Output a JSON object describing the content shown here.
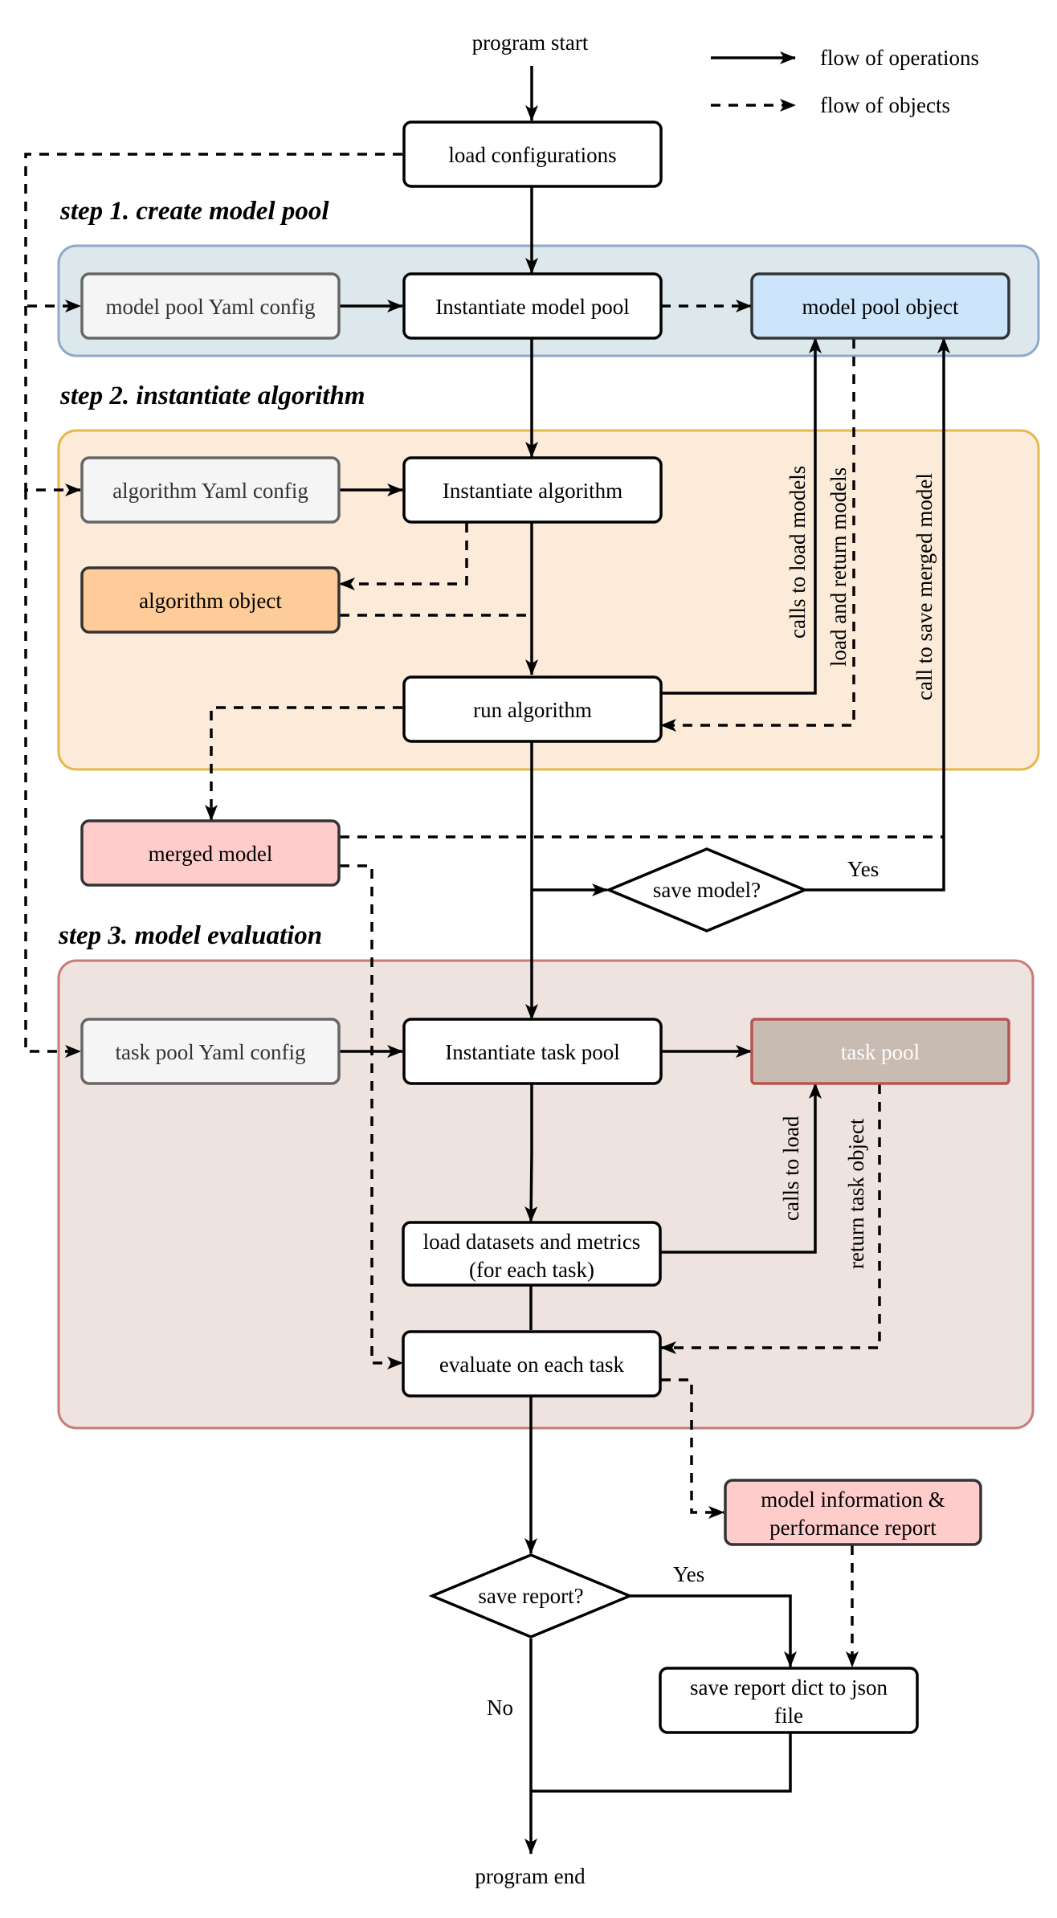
{
  "colors": {
    "step1_fill": "#dde8ed",
    "step1_stroke": "#8eaacb",
    "step2_fill": "#fdebd9",
    "step2_stroke": "#e5b84b",
    "step3_fill": "#eee3de",
    "step3_stroke": "#c97b78",
    "config_fill": "#f5f5f5",
    "config_stroke": "#666666",
    "model_pool_object_fill": "#cce5fb",
    "algorithm_object_fill": "#fdcc99",
    "merged_model_fill": "#ffcccc",
    "task_pool_fill": "#c8bbb2",
    "task_pool_stroke": "#b85450"
  },
  "legend": {
    "flow_of_operations": "flow of operations",
    "flow_of_objects": "flow of objects"
  },
  "steps": {
    "step1": "step 1. create model pool",
    "step2": "step 2. instantiate algorithm",
    "step3": "step 3. model evaluation"
  },
  "nodes": {
    "program_start": "program start",
    "load_configurations": "load configurations",
    "model_pool_yaml_config": "model pool Yaml config",
    "instantiate_model_pool": "Instantiate model pool",
    "model_pool_object": "model pool object",
    "algorithm_yaml_config": "algorithm Yaml config",
    "instantiate_algorithm": "Instantiate algorithm",
    "algorithm_object": "algorithm object",
    "run_algorithm": "run algorithm",
    "merged_model": "merged model",
    "save_model": "save model?",
    "task_pool_yaml_config": "task pool Yaml config",
    "instantiate_task_pool": "Instantiate task pool",
    "task_pool": "task pool",
    "load_datasets_line1": "load datasets and metrics",
    "load_datasets_line2": "(for each task)",
    "evaluate_each_task": "evaluate on each task",
    "report_line1": "model information &",
    "report_line2": "performance report",
    "save_report": "save report?",
    "save_json_line1": "save report dict to json",
    "save_json_line2": "file",
    "program_end": "program end"
  },
  "edge_labels": {
    "calls_to_load_models": "calls to load models",
    "load_and_return_models": "load and return models",
    "call_to_save_merged_model": "call to save merged  model",
    "yes_save_model": "Yes",
    "calls_to_load": "calls to load",
    "return_task_object": "return task object",
    "yes_save_report": "Yes",
    "no_save_report": "No"
  }
}
